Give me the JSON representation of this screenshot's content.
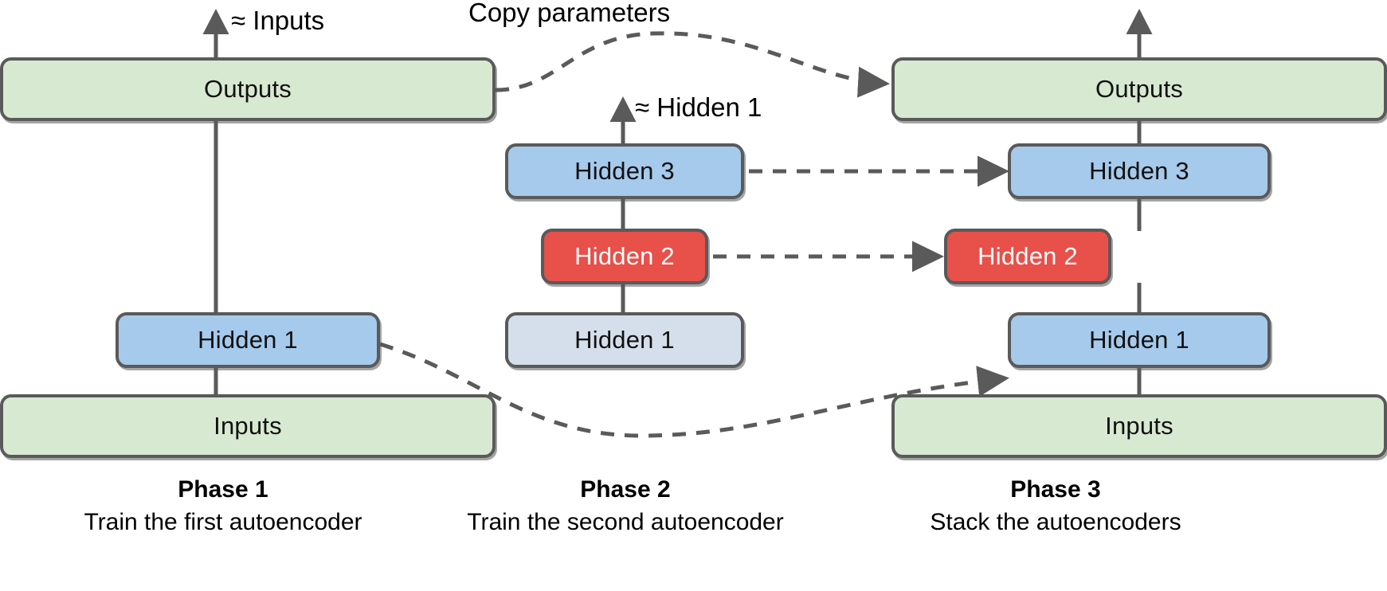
{
  "figure": {
    "title_note": "Copy parameters",
    "approx_inputs_label": "≈ Inputs",
    "approx_hidden1_label": "≈ Hidden 1"
  },
  "phases": [
    {
      "id": "phase-1",
      "title": "Phase 1",
      "subtitle": "Train the first autoencoder",
      "nodes": [
        {
          "id": "p1-outputs",
          "label": "Outputs",
          "color": "green"
        },
        {
          "id": "p1-hidden-1",
          "label": "Hidden 1",
          "color": "blue"
        },
        {
          "id": "p1-inputs",
          "label": "Inputs",
          "color": "green"
        }
      ]
    },
    {
      "id": "phase-2",
      "title": "Phase 2",
      "subtitle": "Train the second autoencoder",
      "nodes": [
        {
          "id": "p2-hidden-3",
          "label": "Hidden 3",
          "color": "blue"
        },
        {
          "id": "p2-hidden-2",
          "label": "Hidden 2",
          "color": "red"
        },
        {
          "id": "p2-hidden-1",
          "label": "Hidden 1",
          "color": "grey"
        }
      ]
    },
    {
      "id": "phase-3",
      "title": "Phase 3",
      "subtitle": "Stack the autoencoders",
      "nodes": [
        {
          "id": "p3-outputs",
          "label": "Outputs",
          "color": "green"
        },
        {
          "id": "p3-hidden-3",
          "label": "Hidden 3",
          "color": "blue"
        },
        {
          "id": "p3-hidden-2",
          "label": "Hidden 2",
          "color": "red"
        },
        {
          "id": "p3-hidden-1",
          "label": "Hidden 1",
          "color": "blue"
        },
        {
          "id": "p3-inputs",
          "label": "Inputs",
          "color": "green"
        }
      ]
    }
  ],
  "colors": {
    "green": "#d8e9d2",
    "blue": "#a6caec",
    "grey": "#d5dfeb",
    "red": "#e8504a",
    "stroke": "#5a5a5a",
    "dashed": "#5a5a5a"
  }
}
